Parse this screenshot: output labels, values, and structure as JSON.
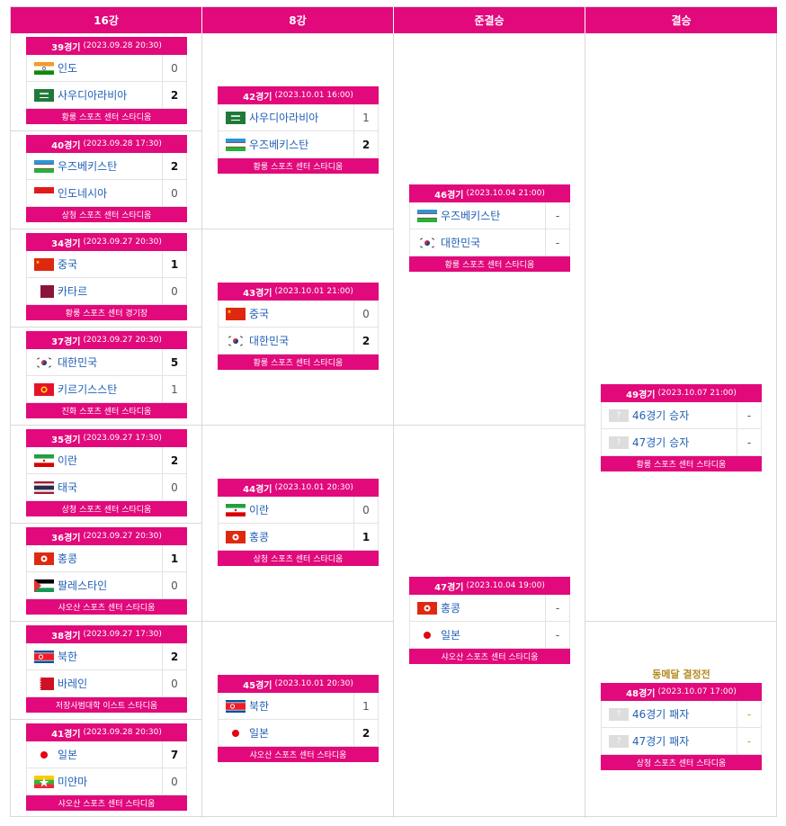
{
  "columns": [
    "16강",
    "8강",
    "준결승",
    "결승"
  ],
  "matches": {
    "m39": {
      "label": "39경기",
      "date": "(2023.09.28 20:30)",
      "team1": "인도",
      "score1": "0",
      "team2": "사우디아라비아",
      "score2": "2",
      "venue": "황룽 스포츠 센터 스타디움"
    },
    "m40": {
      "label": "40경기",
      "date": "(2023.09.28 17:30)",
      "team1": "우즈베키스탄",
      "score1": "2",
      "team2": "인도네시아",
      "score2": "0",
      "venue": "상청 스포츠 센터 스타디움"
    },
    "m34": {
      "label": "34경기",
      "date": "(2023.09.27 20:30)",
      "team1": "중국",
      "score1": "1",
      "team2": "카타르",
      "score2": "0",
      "venue": "황룽 스포츠 센터 경기장"
    },
    "m37": {
      "label": "37경기",
      "date": "(2023.09.27 20:30)",
      "team1": "대한민국",
      "score1": "5",
      "team2": "키르기스스탄",
      "score2": "1",
      "venue": "진화 스포츠 센터 스타디움"
    },
    "m35": {
      "label": "35경기",
      "date": "(2023.09.27 17:30)",
      "team1": "이란",
      "score1": "2",
      "team2": "태국",
      "score2": "0",
      "venue": "상청 스포츠 센터 스타디움"
    },
    "m36": {
      "label": "36경기",
      "date": "(2023.09.27 20:30)",
      "team1": "홍콩",
      "score1": "1",
      "team2": "팔레스타인",
      "score2": "0",
      "venue": "샤오산 스포츠 센터 스타디움"
    },
    "m38": {
      "label": "38경기",
      "date": "(2023.09.27 17:30)",
      "team1": "북한",
      "score1": "2",
      "team2": "바레인",
      "score2": "0",
      "venue": "저장사범대학 이스트 스타디움"
    },
    "m41": {
      "label": "41경기",
      "date": "(2023.09.28 20:30)",
      "team1": "일본",
      "score1": "7",
      "team2": "미얀마",
      "score2": "0",
      "venue": "샤오산 스포츠 센터 스타디움"
    },
    "m42": {
      "label": "42경기",
      "date": "(2023.10.01 16:00)",
      "team1": "사우디아라비아",
      "score1": "1",
      "team2": "우즈베키스탄",
      "score2": "2",
      "venue": "황룽 스포츠 센터 스타디움"
    },
    "m43": {
      "label": "43경기",
      "date": "(2023.10.01 21:00)",
      "team1": "중국",
      "score1": "0",
      "team2": "대한민국",
      "score2": "2",
      "venue": "황룽 스포츠 센터 스타디움"
    },
    "m44": {
      "label": "44경기",
      "date": "(2023.10.01 20:30)",
      "team1": "이란",
      "score1": "0",
      "team2": "홍콩",
      "score2": "1",
      "venue": "상청 스포츠 센터 스타디움"
    },
    "m45": {
      "label": "45경기",
      "date": "(2023.10.01 20:30)",
      "team1": "북한",
      "score1": "1",
      "team2": "일본",
      "score2": "2",
      "venue": "샤오산 스포츠 센터 스타디움"
    },
    "m46": {
      "label": "46경기",
      "date": "(2023.10.04 21:00)",
      "team1": "우즈베키스탄",
      "score1": "-",
      "team2": "대한민국",
      "score2": "-",
      "venue": "황룽 스포츠 센터 스타디움"
    },
    "m47": {
      "label": "47경기",
      "date": "(2023.10.04 19:00)",
      "team1": "홍콩",
      "score1": "-",
      "team2": "일본",
      "score2": "-",
      "venue": "샤오산 스포츠 센터 스타디움"
    },
    "m49": {
      "label": "49경기",
      "date": "(2023.10.07 21:00)",
      "team1": "46경기 승자",
      "score1": "-",
      "team2": "47경기 승자",
      "score2": "-",
      "venue": "황룽 스포츠 센터 스타디움"
    },
    "m48": {
      "label": "48경기",
      "date": "(2023.10.07 17:00)",
      "team1": "46경기 패자",
      "score1": "-",
      "team2": "47경기 패자",
      "score2": "-",
      "venue": "상청 스포츠 센터 스타디움"
    }
  },
  "bronze_title": "동메달 결정전",
  "placeholder_flag": "?",
  "flag_names": {
    "인도": "india-flag-icon",
    "사우디아라비아": "saudi-arabia-flag-icon",
    "우즈베키스탄": "uzbekistan-flag-icon",
    "인도네시아": "indonesia-flag-icon",
    "중국": "china-flag-icon",
    "카타르": "qatar-flag-icon",
    "대한민국": "south-korea-flag-icon",
    "키르기스스탄": "kyrgyzstan-flag-icon",
    "이란": "iran-flag-icon",
    "태국": "thailand-flag-icon",
    "홍콩": "hong-kong-flag-icon",
    "팔레스타인": "palestine-flag-icon",
    "북한": "north-korea-flag-icon",
    "바레인": "bahrain-flag-icon",
    "일본": "japan-flag-icon",
    "미얀마": "myanmar-flag-icon"
  },
  "colors": {
    "accent": "#e1097b",
    "link": "#2260b6",
    "bronze": "#b48a1e",
    "border": "#d9d9d9"
  }
}
